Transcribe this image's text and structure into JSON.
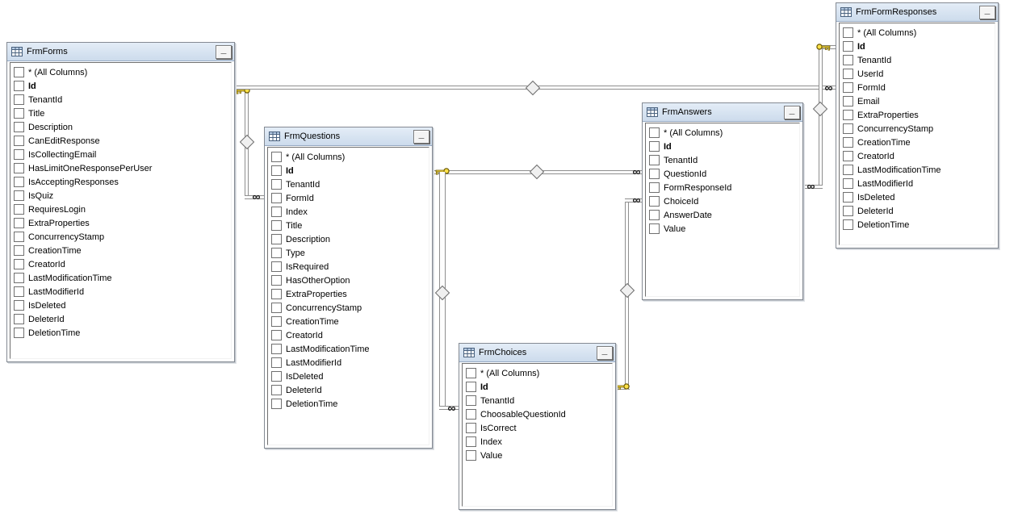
{
  "window_controls": {
    "minimize_label": "_"
  },
  "tables": [
    {
      "name": "FrmForms",
      "columns": [
        {
          "label": "* (All Columns)",
          "bold": false
        },
        {
          "label": "Id",
          "bold": true
        },
        {
          "label": "TenantId",
          "bold": false
        },
        {
          "label": "Title",
          "bold": false
        },
        {
          "label": "Description",
          "bold": false
        },
        {
          "label": "CanEditResponse",
          "bold": false
        },
        {
          "label": "IsCollectingEmail",
          "bold": false
        },
        {
          "label": "HasLimitOneResponsePerUser",
          "bold": false
        },
        {
          "label": "IsAcceptingResponses",
          "bold": false
        },
        {
          "label": "IsQuiz",
          "bold": false
        },
        {
          "label": "RequiresLogin",
          "bold": false
        },
        {
          "label": "ExtraProperties",
          "bold": false
        },
        {
          "label": "ConcurrencyStamp",
          "bold": false
        },
        {
          "label": "CreationTime",
          "bold": false
        },
        {
          "label": "CreatorId",
          "bold": false
        },
        {
          "label": "LastModificationTime",
          "bold": false
        },
        {
          "label": "LastModifierId",
          "bold": false
        },
        {
          "label": "IsDeleted",
          "bold": false
        },
        {
          "label": "DeleterId",
          "bold": false
        },
        {
          "label": "DeletionTime",
          "bold": false
        }
      ]
    },
    {
      "name": "FrmQuestions",
      "columns": [
        {
          "label": "* (All Columns)",
          "bold": false
        },
        {
          "label": "Id",
          "bold": true
        },
        {
          "label": "TenantId",
          "bold": false
        },
        {
          "label": "FormId",
          "bold": false
        },
        {
          "label": "Index",
          "bold": false
        },
        {
          "label": "Title",
          "bold": false
        },
        {
          "label": "Description",
          "bold": false
        },
        {
          "label": "Type",
          "bold": false
        },
        {
          "label": "IsRequired",
          "bold": false
        },
        {
          "label": "HasOtherOption",
          "bold": false
        },
        {
          "label": "ExtraProperties",
          "bold": false
        },
        {
          "label": "ConcurrencyStamp",
          "bold": false
        },
        {
          "label": "CreationTime",
          "bold": false
        },
        {
          "label": "CreatorId",
          "bold": false
        },
        {
          "label": "LastModificationTime",
          "bold": false
        },
        {
          "label": "LastModifierId",
          "bold": false
        },
        {
          "label": "IsDeleted",
          "bold": false
        },
        {
          "label": "DeleterId",
          "bold": false
        },
        {
          "label": "DeletionTime",
          "bold": false
        }
      ]
    },
    {
      "name": "FrmAnswers",
      "columns": [
        {
          "label": "* (All Columns)",
          "bold": false
        },
        {
          "label": "Id",
          "bold": true
        },
        {
          "label": "TenantId",
          "bold": false
        },
        {
          "label": "QuestionId",
          "bold": false
        },
        {
          "label": "FormResponseId",
          "bold": false
        },
        {
          "label": "ChoiceId",
          "bold": false
        },
        {
          "label": "AnswerDate",
          "bold": false
        },
        {
          "label": "Value",
          "bold": false
        }
      ]
    },
    {
      "name": "FrmChoices",
      "columns": [
        {
          "label": "* (All Columns)",
          "bold": false
        },
        {
          "label": "Id",
          "bold": true
        },
        {
          "label": "TenantId",
          "bold": false
        },
        {
          "label": "ChoosableQuestionId",
          "bold": false
        },
        {
          "label": "IsCorrect",
          "bold": false
        },
        {
          "label": "Index",
          "bold": false
        },
        {
          "label": "Value",
          "bold": false
        }
      ]
    },
    {
      "name": "FrmFormResponses",
      "columns": [
        {
          "label": "* (All Columns)",
          "bold": false
        },
        {
          "label": "Id",
          "bold": true
        },
        {
          "label": "TenantId",
          "bold": false
        },
        {
          "label": "UserId",
          "bold": false
        },
        {
          "label": "FormId",
          "bold": false
        },
        {
          "label": "Email",
          "bold": false
        },
        {
          "label": "ExtraProperties",
          "bold": false
        },
        {
          "label": "ConcurrencyStamp",
          "bold": false
        },
        {
          "label": "CreationTime",
          "bold": false
        },
        {
          "label": "CreatorId",
          "bold": false
        },
        {
          "label": "LastModificationTime",
          "bold": false
        },
        {
          "label": "LastModifierId",
          "bold": false
        },
        {
          "label": "IsDeleted",
          "bold": false
        },
        {
          "label": "DeleterId",
          "bold": false
        },
        {
          "label": "DeletionTime",
          "bold": false
        }
      ]
    }
  ],
  "relationships": [
    {
      "from_table": "FrmForms",
      "from_column": "Id",
      "to_table": "FrmQuestions",
      "to_column": "FormId",
      "one_end_icon": "key-icon",
      "many_end_icon": "infinity-icon",
      "join_marker": "diamond"
    },
    {
      "from_table": "FrmForms",
      "from_column": "Id",
      "to_table": "FrmFormResponses",
      "to_column": "FormId",
      "one_end_icon": "key-icon",
      "many_end_icon": "infinity-icon",
      "join_marker": "diamond"
    },
    {
      "from_table": "FrmQuestions",
      "from_column": "Id",
      "to_table": "FrmAnswers",
      "to_column": "QuestionId",
      "one_end_icon": "key-icon",
      "many_end_icon": "infinity-icon",
      "join_marker": "diamond"
    },
    {
      "from_table": "FrmQuestions",
      "from_column": "Id",
      "to_table": "FrmChoices",
      "to_column": "ChoosableQuestionId",
      "one_end_icon": "key-icon",
      "many_end_icon": "infinity-icon",
      "join_marker": "diamond"
    },
    {
      "from_table": "FrmFormResponses",
      "from_column": "Id",
      "to_table": "FrmAnswers",
      "to_column": "FormResponseId",
      "one_end_icon": "key-icon",
      "many_end_icon": "infinity-icon",
      "join_marker": "diamond"
    },
    {
      "from_table": "FrmChoices",
      "from_column": "Id",
      "to_table": "FrmAnswers",
      "to_column": "ChoiceId",
      "one_end_icon": "key-icon",
      "many_end_icon": "infinity-icon",
      "join_marker": "diamond"
    }
  ],
  "colors": {
    "header_top": "#e4edf7",
    "header_bottom": "#ccdbec",
    "line": "#8f8f8f",
    "key_fill": "#ffe24a",
    "key_stroke": "#6b5900",
    "diamond_fill": "#f0f0f0",
    "window_border": "#848a93",
    "text": "#000000"
  }
}
